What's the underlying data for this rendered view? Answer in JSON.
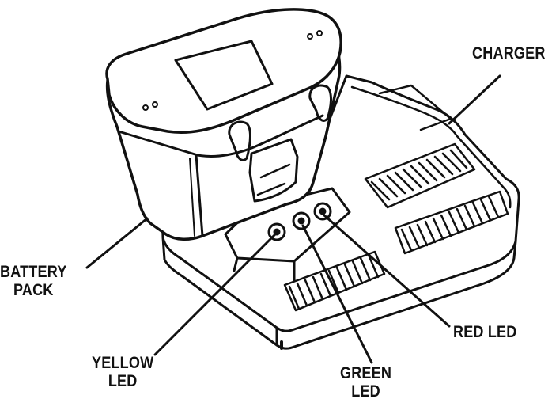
{
  "figure": {
    "ink_color": "#111111",
    "background_color": "#ffffff",
    "parts": [
      "battery-pack",
      "charger",
      "yellow-led",
      "green-led",
      "red-led"
    ]
  },
  "labels": {
    "charger": "CHARGER",
    "battery_pack": [
      "BATTERY",
      "PACK"
    ],
    "yellow_led": [
      "YELLOW",
      "LED"
    ],
    "green_led": [
      "GREEN",
      "LED"
    ],
    "red_led": "RED LED"
  }
}
